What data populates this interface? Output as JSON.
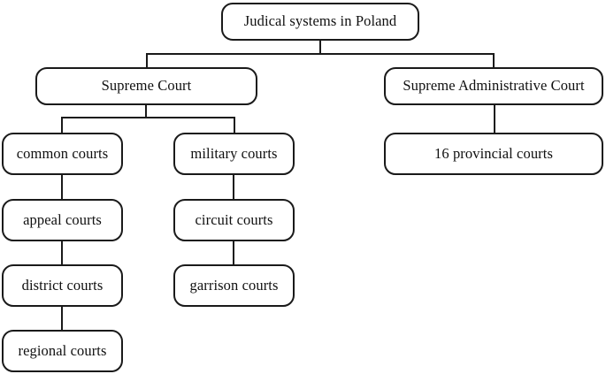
{
  "diagram": {
    "title": "Judical systems in Poland",
    "root": {
      "label": "Judical systems in Poland"
    },
    "branches": {
      "supreme_court": {
        "label": "Supreme Court",
        "columns": {
          "common": [
            {
              "label": "common courts"
            },
            {
              "label": "appeal courts"
            },
            {
              "label": "district courts"
            },
            {
              "label": "regional courts"
            }
          ],
          "military": [
            {
              "label": "military courts"
            },
            {
              "label": "circuit courts"
            },
            {
              "label": "garrison courts"
            }
          ]
        }
      },
      "supreme_administrative_court": {
        "label": "Supreme Administrative Court",
        "children": [
          {
            "label": "16 provincial courts"
          }
        ]
      }
    },
    "style": {
      "background": "#ffffff",
      "line_color": "#1a1a1a",
      "text_color": "#101010"
    }
  }
}
